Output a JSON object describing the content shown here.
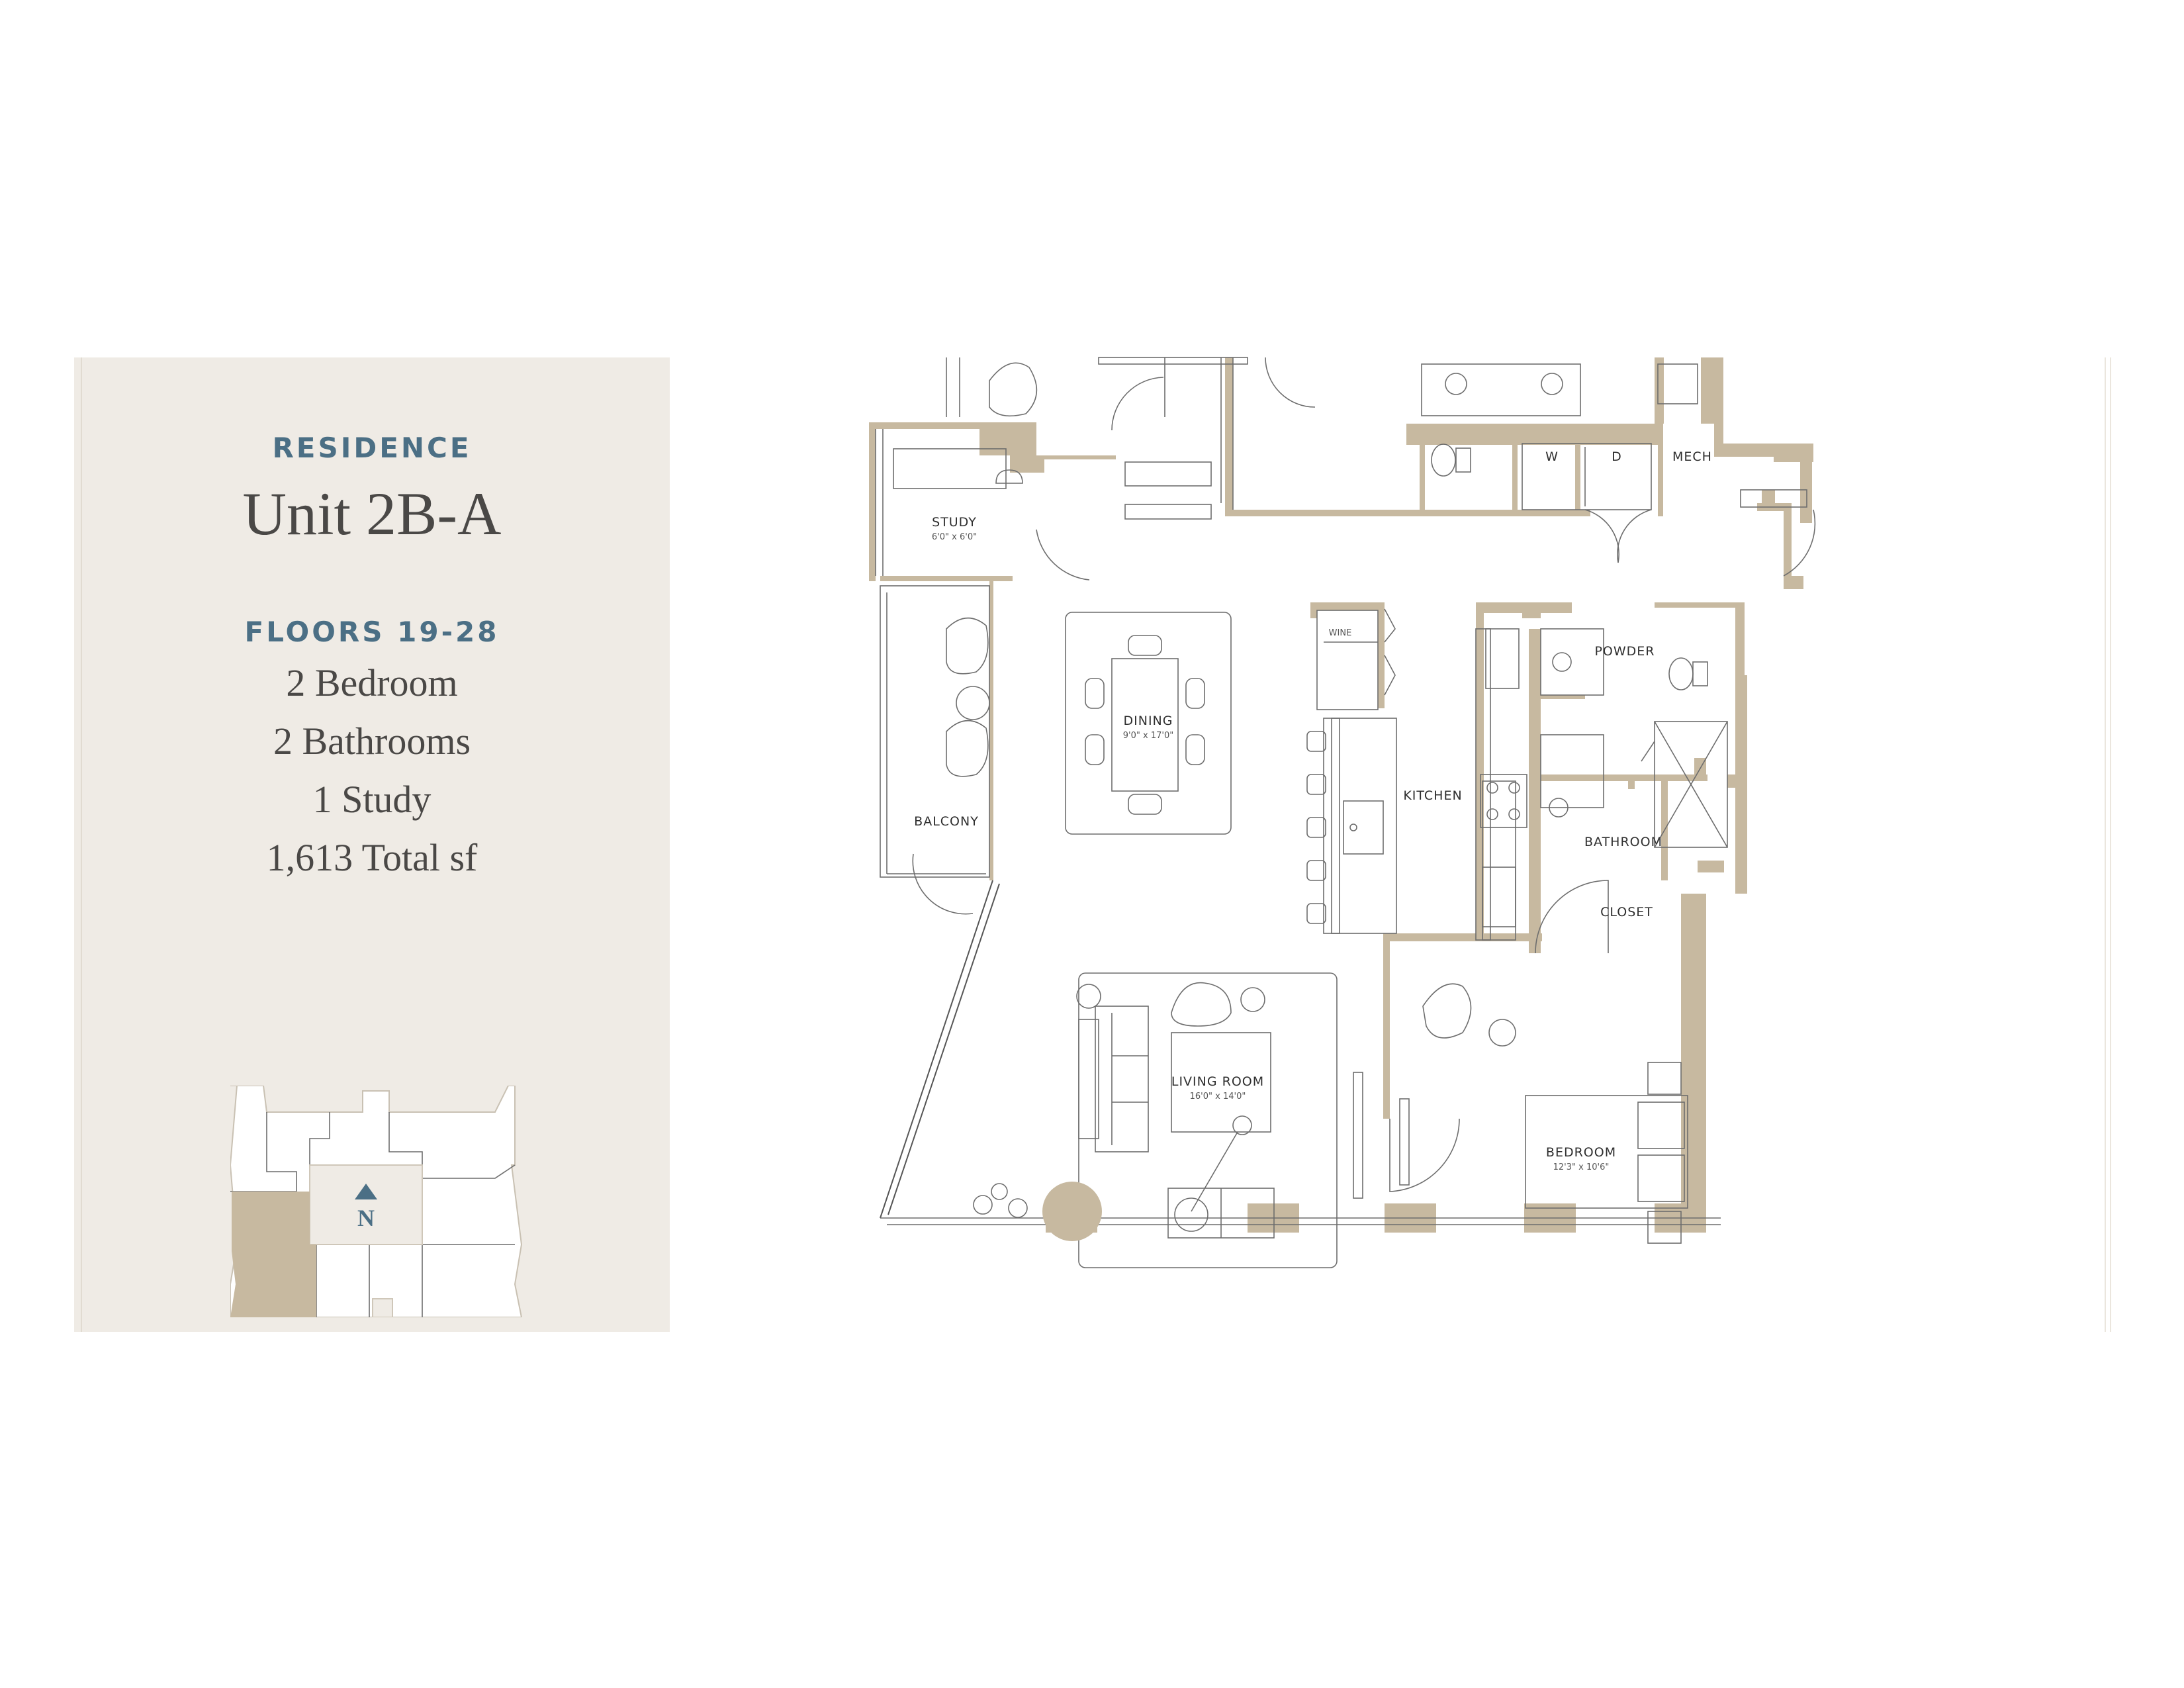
{
  "info": {
    "residence": "RESIDENCE",
    "unit": "Unit 2B-A",
    "floors": "FLOORS 19-28",
    "specs": [
      "2 Bedroom",
      "2 Bathrooms",
      "1 Study",
      "1,613 Total sf"
    ]
  },
  "keyplan": {
    "north_label": "N",
    "highlight_color": "#c7b9a0"
  },
  "rooms": {
    "study": {
      "name": "STUDY",
      "dim": "6'0\" x 6'0\""
    },
    "dining": {
      "name": "DINING",
      "dim": "9'0\" x 17'0\""
    },
    "balcony": {
      "name": "BALCONY"
    },
    "living": {
      "name": "LIVING ROOM",
      "dim": "16'0\" x 14'0\""
    },
    "kitchen": {
      "name": "KITCHEN"
    },
    "wine": {
      "name": "WINE"
    },
    "powder": {
      "name": "POWDER"
    },
    "bathroom": {
      "name": "BATHROOM"
    },
    "closet": {
      "name": "CLOSET"
    },
    "bedroom": {
      "name": "BEDROOM",
      "dim": "12'3\" x 10'6\""
    },
    "washer": {
      "name": "W"
    },
    "dryer": {
      "name": "D"
    },
    "mech": {
      "name": "MECH"
    }
  },
  "colors": {
    "wall": "#c7b9a0",
    "panel": "#efebe5",
    "accent": "#4b6f85"
  }
}
